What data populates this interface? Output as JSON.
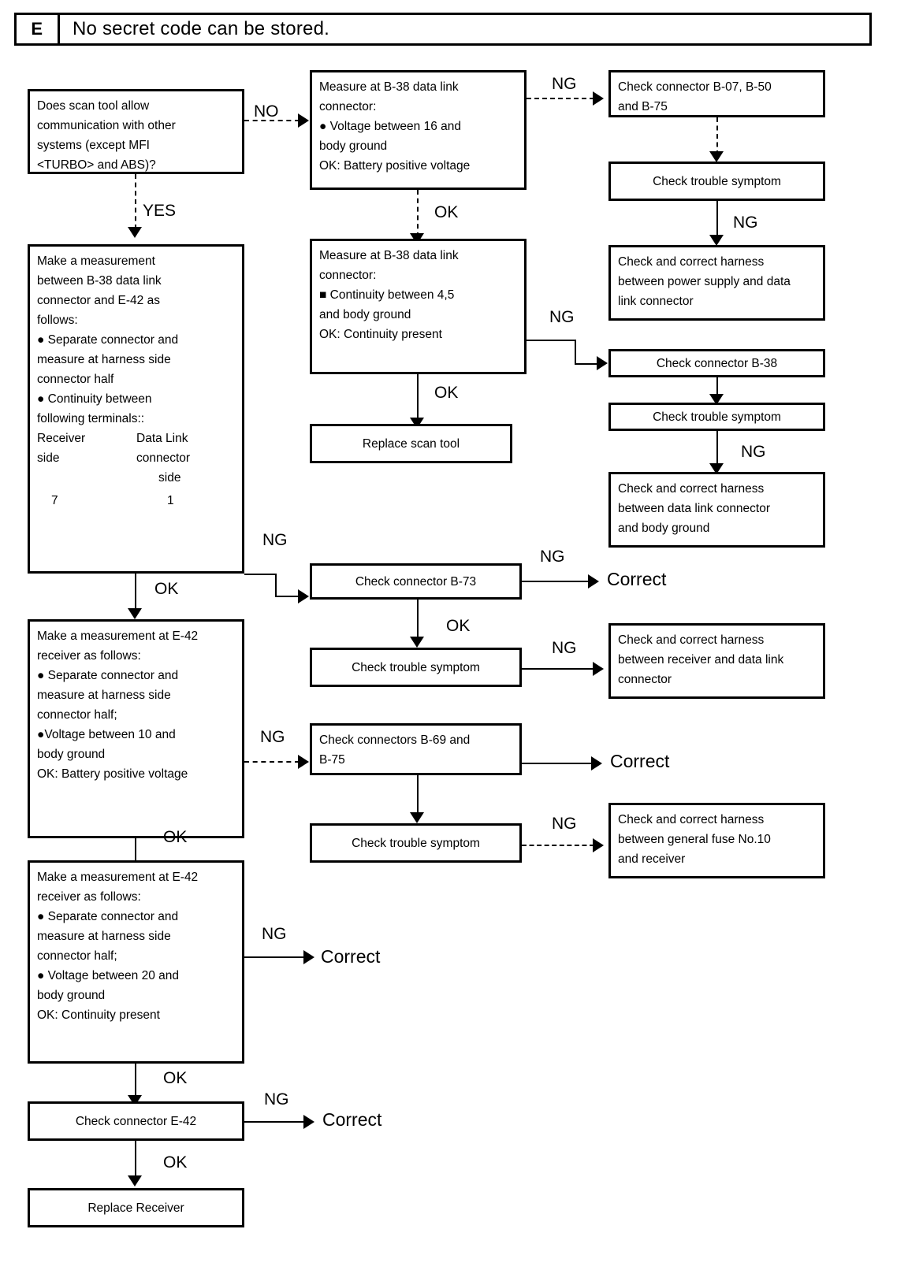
{
  "header": {
    "code": "E",
    "title": "No secret code can be stored."
  },
  "boxes": {
    "scan_tool_question": {
      "lines": [
        "Does scan tool allow",
        "communication with other",
        "systems (except MFI",
        "<TURBO> and ABS)?"
      ]
    },
    "measure_b38_voltage": {
      "lines": [
        "Measure at B-38 data link",
        "connector:",
        "● Voltage between 16 and",
        "body ground",
        "OK: Battery positive voltage"
      ]
    },
    "measure_b38_continuity": {
      "lines": [
        "Measure at B-38 data link",
        "connector:",
        "■ Continuity between 4,5",
        "and body ground",
        "OK: Continuity present"
      ]
    },
    "replace_scan_tool": {
      "label": "Replace scan tool"
    },
    "check_connector_b07": {
      "lines": [
        "Check connector B-07, B-50",
        "and B-75"
      ]
    },
    "check_trouble_symptom_1": {
      "label": "Check trouble symptom"
    },
    "harness_power_supply": {
      "lines": [
        "Check and correct harness",
        "between power supply and data",
        "link connector"
      ]
    },
    "check_connector_b38": {
      "label": "Check connector B-38"
    },
    "check_trouble_symptom_2": {
      "label": "Check trouble symptom"
    },
    "harness_data_link_ground": {
      "lines": [
        "Check and correct harness",
        "between data link connector",
        "and body ground"
      ]
    },
    "measure_b38_to_e42": {
      "lines": [
        "Make a measurement",
        "between B-38 data link",
        "connector and E-42 as",
        "follows:",
        "● Separate connector and",
        "measure at harness side",
        "connector half",
        "● Continuity between",
        "following terminals::"
      ],
      "terminal_table": {
        "headers": [
          "Receiver",
          "Data Link"
        ],
        "headers_line2": [
          "side",
          "connector"
        ],
        "headers_line3": [
          "",
          "side"
        ],
        "values": [
          "7",
          "1"
        ]
      }
    },
    "check_connector_b73": {
      "label": "Check connector B-73"
    },
    "check_trouble_symptom_3": {
      "label": "Check trouble symptom"
    },
    "harness_receiver_data_link": {
      "lines": [
        "Check and correct harness",
        "between receiver and data link",
        "connector"
      ]
    },
    "measure_e42_voltage10": {
      "lines": [
        "Make a measurement at E-42",
        "receiver as follows:",
        "● Separate connector and",
        "measure at harness side",
        "connector half;",
        "●Voltage between 10 and",
        "body ground",
        "OK: Battery positive voltage"
      ]
    },
    "check_connectors_b69": {
      "lines": [
        "Check connectors B-69 and",
        "B-75"
      ]
    },
    "check_trouble_symptom_4": {
      "label": "Check trouble symptom"
    },
    "harness_general_fuse": {
      "lines": [
        "Check and correct harness",
        "between general fuse No.10",
        "and receiver"
      ]
    },
    "measure_e42_voltage20": {
      "lines": [
        "Make a measurement at E-42",
        "receiver as follows:",
        "● Separate connector and",
        "measure at harness side",
        "connector half;",
        "● Voltage between 20 and",
        "body ground",
        "OK: Continuity present"
      ]
    },
    "check_connector_e42": {
      "label": "Check connector E-42"
    },
    "replace_receiver": {
      "label": "Replace Receiver"
    }
  },
  "labels": {
    "no_1": "NO",
    "yes_1": "YES",
    "ng_top": "NG",
    "ok_1": "OK",
    "ng_2": "NG",
    "ng_3": "NG",
    "ng_4": "NG",
    "ok_2": "OK",
    "ng_5": "NG",
    "ok_3": "OK",
    "ng_6": "NG",
    "correct_1": "Correct",
    "ok_4": "OK",
    "ng_7": "NG",
    "ng_8": "NG",
    "correct_2": "Correct",
    "ng_9": "NG",
    "ok_5": "OK",
    "ng_10": "NG",
    "correct_3": "Correct",
    "ok_6": "OK",
    "ng_11": "NG",
    "correct_4": "Correct",
    "ok_7": "OK"
  }
}
